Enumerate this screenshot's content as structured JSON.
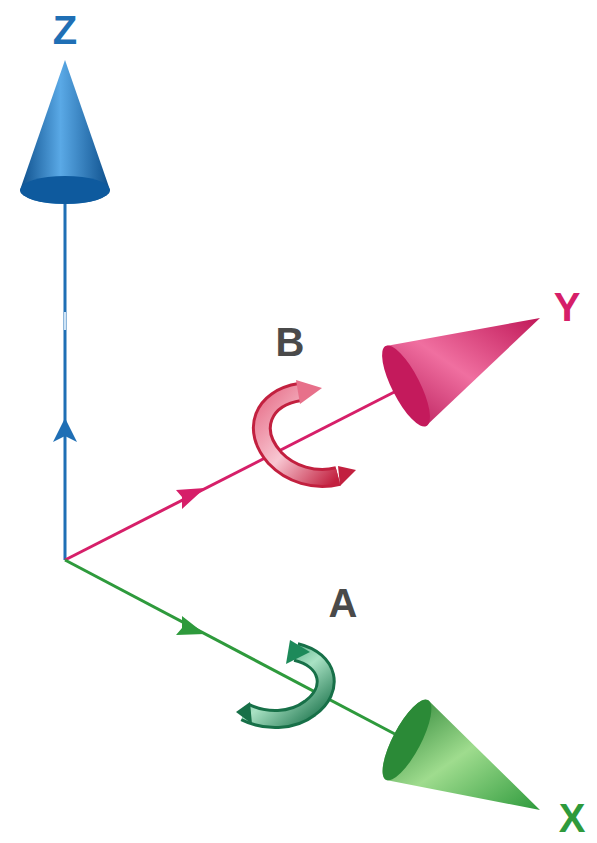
{
  "diagram": {
    "labels": [
      "Z",
      "Y",
      "B",
      "A",
      "X"
    ]
  }
}
